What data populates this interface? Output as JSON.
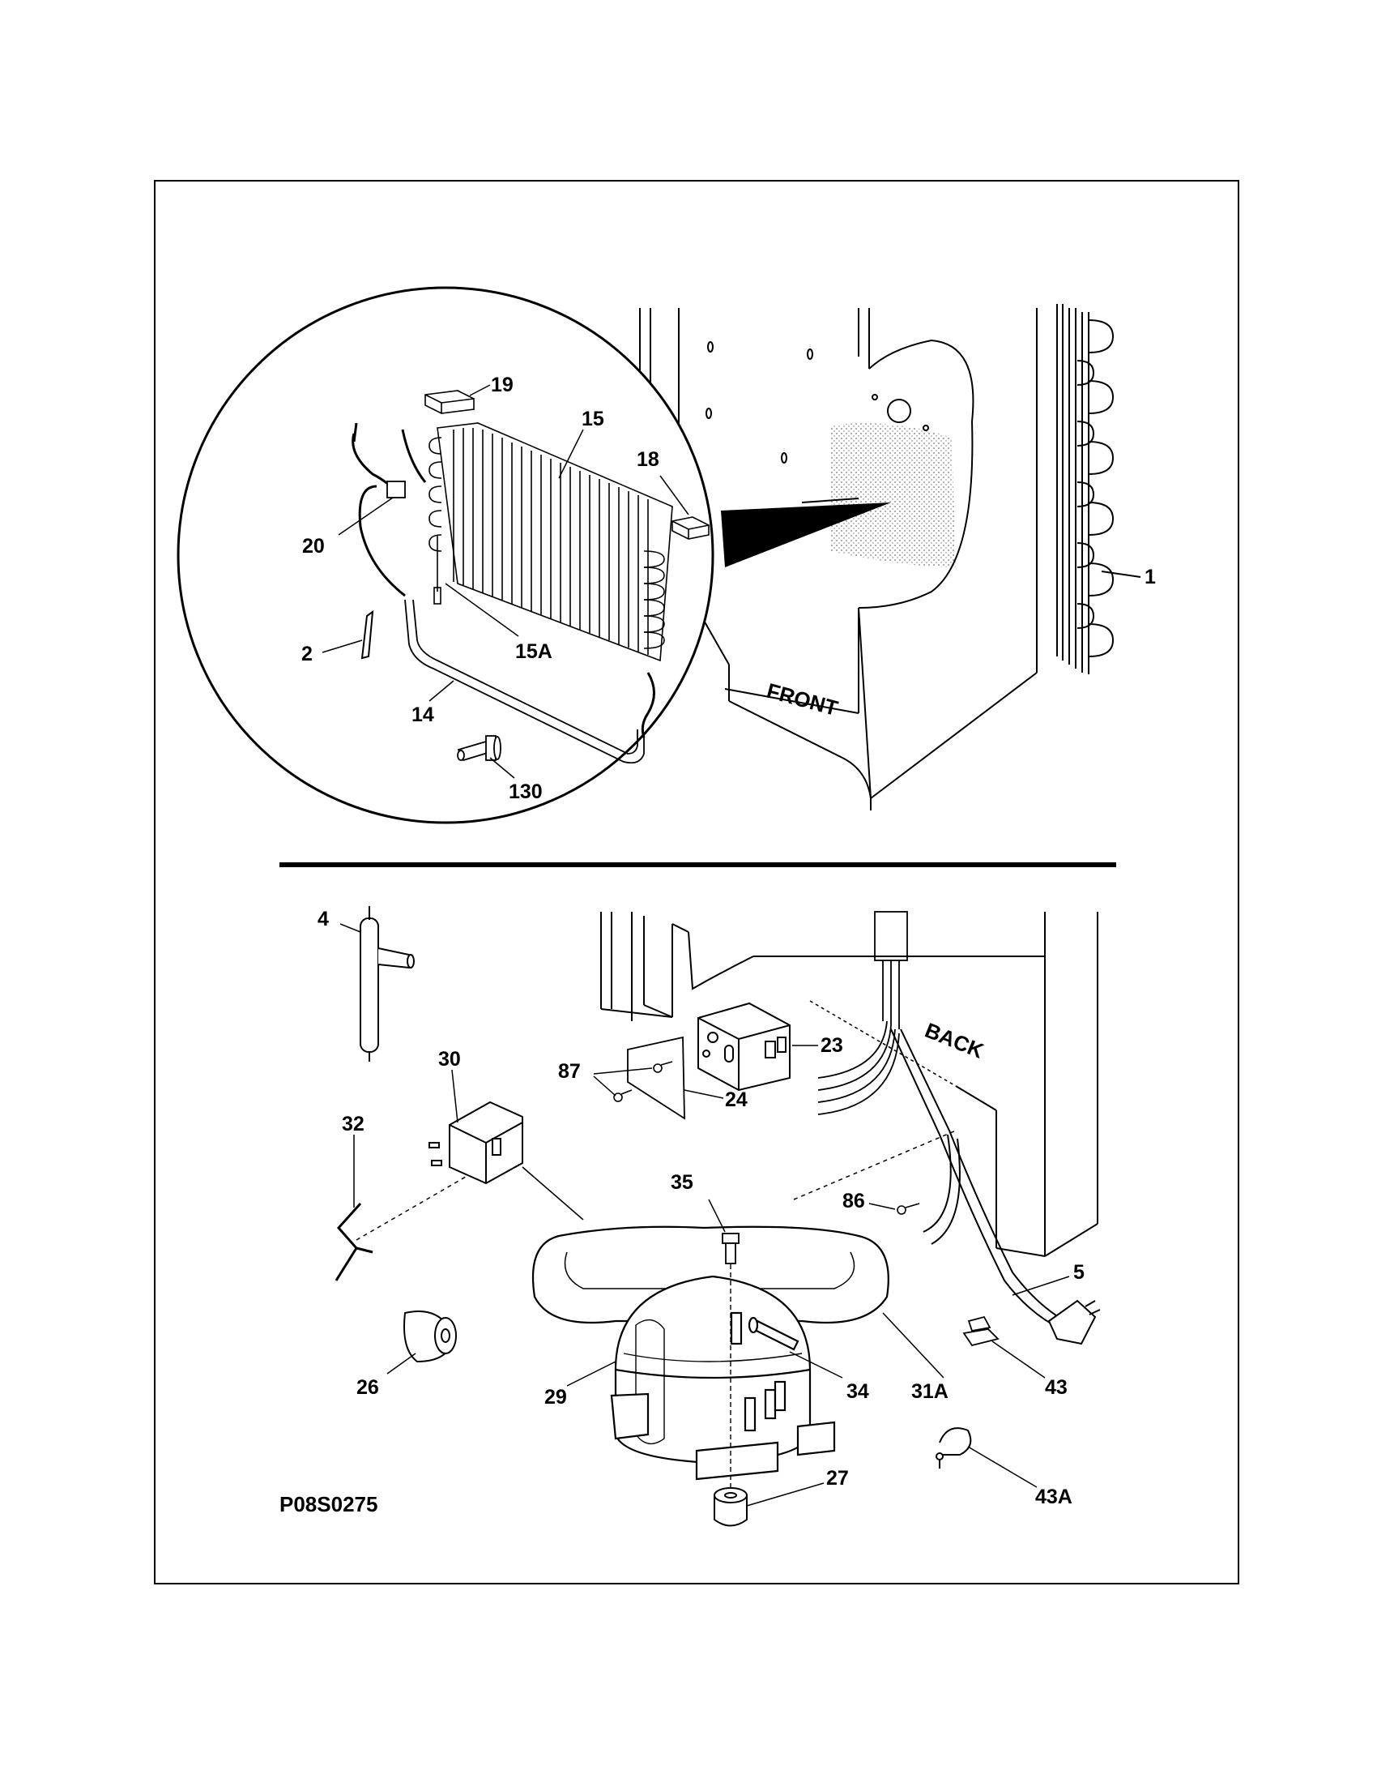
{
  "diagram": {
    "drawing_code": "P08S0275",
    "labels": {
      "front": "FRONT",
      "back": "BACK"
    },
    "callouts": {
      "p1": "1",
      "p2": "2",
      "p4": "4",
      "p5": "5",
      "p14": "14",
      "p15": "15",
      "p15a": "15A",
      "p18": "18",
      "p19": "19",
      "p20": "20",
      "p23": "23",
      "p24": "24",
      "p26": "26",
      "p27": "27",
      "p29": "29",
      "p30": "30",
      "p31a": "31A",
      "p32": "32",
      "p34": "34",
      "p35": "35",
      "p43": "43",
      "p43a": "43A",
      "p86": "86",
      "p87": "87",
      "p130": "130"
    }
  }
}
